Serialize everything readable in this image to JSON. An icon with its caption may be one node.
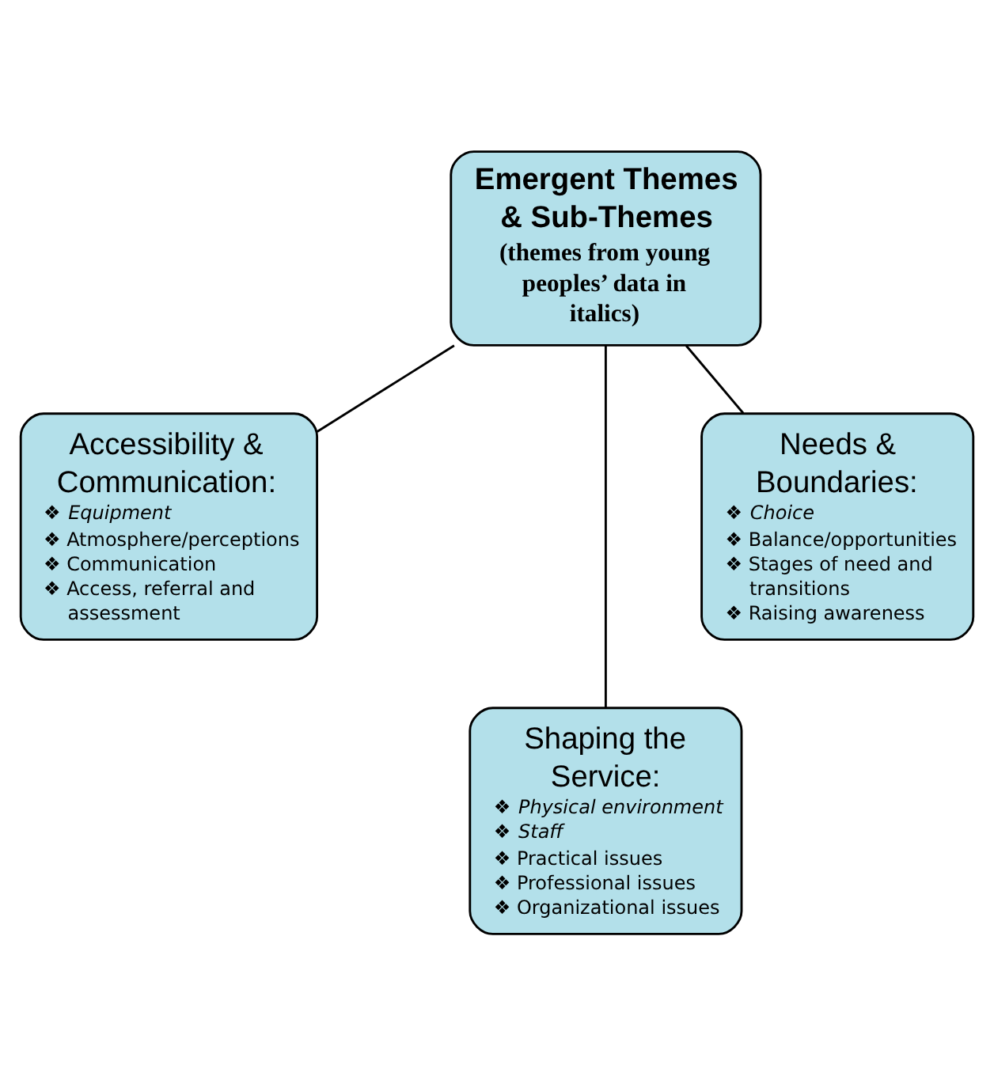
{
  "diagram": {
    "nodes": [
      {
        "text": [
          "Emergent Themes & Sub-Themes",
          "(themes from young peoples’ data in italics)"
        ]
      },
      {
        "text": [
          "Accessibility & Communication:",
          "❖ *Equipment*",
          "❖ Atmosphere/perceptions",
          "❖ Communication",
          "❖ Access, referral and assessment"
        ]
      },
      {
        "text": [
          "Needs & Boundaries:",
          "❖ *Choice*",
          "❖ Balance/opportunities",
          "❖ Stages of need and transitions",
          "❖ Raising awareness"
        ]
      },
      {
        "text": [
          "Shaping the Service:",
          "❖ *Physical environment*",
          "❖ *Staff*",
          "❖ Practical issues",
          "❖ Professional issues",
          "❖ Organizational issues"
        ]
      }
    ],
    "edges": [
      {
        "from": 0,
        "to": 1,
        "arrow": "none"
      },
      {
        "from": 0,
        "to": 3,
        "arrow": "none"
      },
      {
        "from": 0,
        "to": 2,
        "arrow": "none"
      }
    ]
  }
}
